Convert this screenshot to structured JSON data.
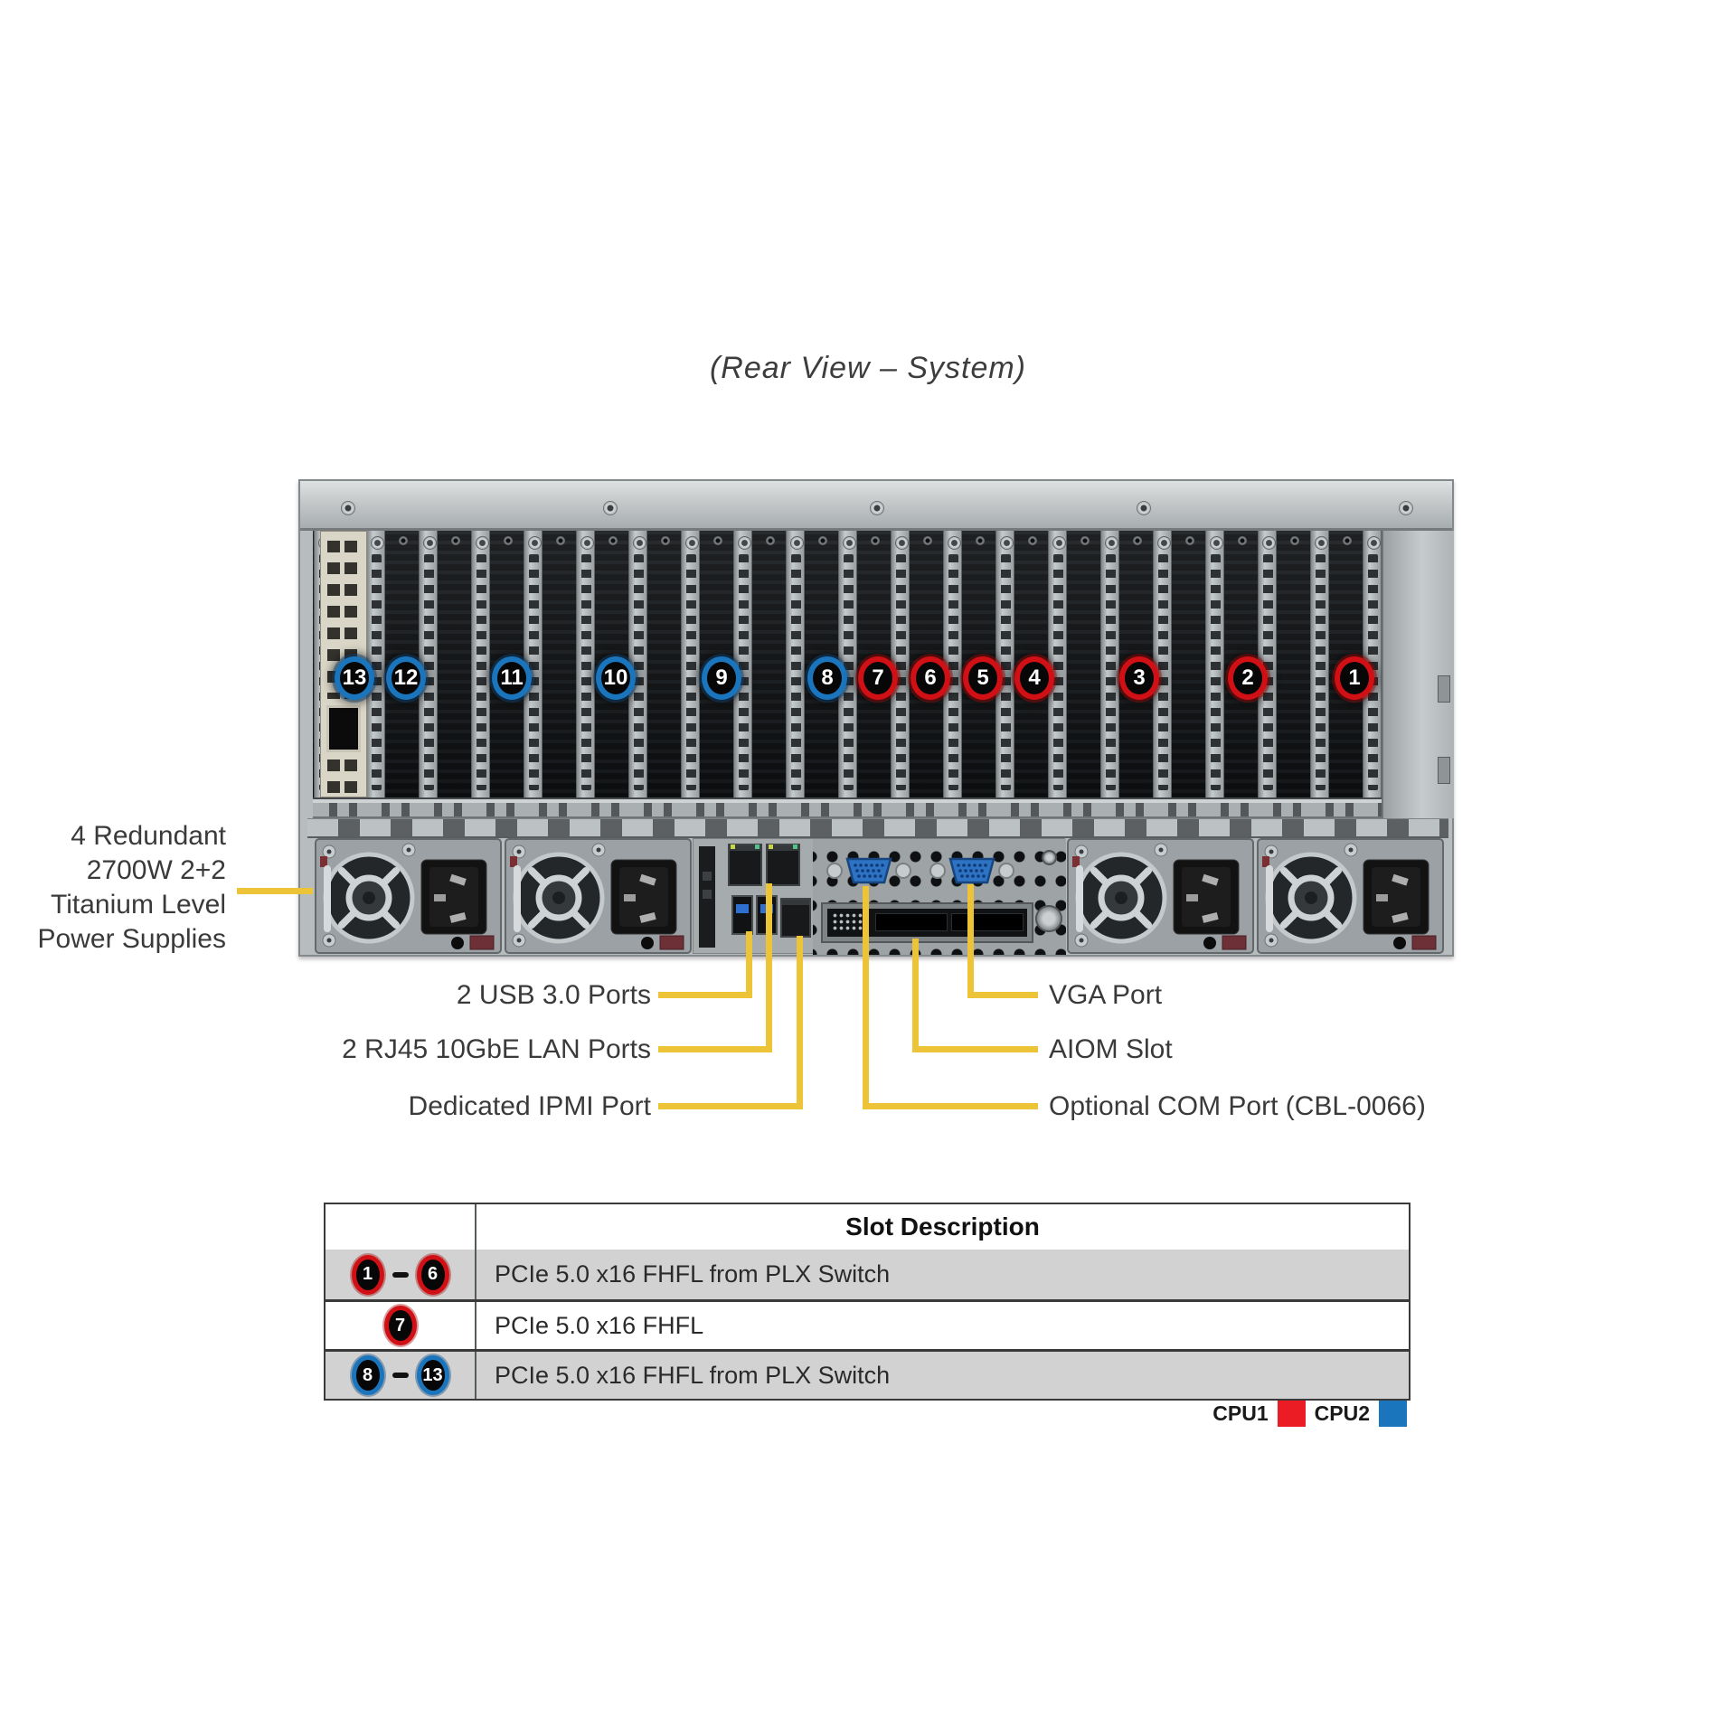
{
  "title": "(Rear View – System)",
  "colors": {
    "cpu1": "#D01015",
    "cpu2": "#1B75BC",
    "callout_line": "#EDC437"
  },
  "slots": [
    {
      "num": "13",
      "cpu": "cpu2"
    },
    {
      "num": "12",
      "cpu": "cpu2"
    },
    {
      "num": "11",
      "cpu": "cpu2"
    },
    {
      "num": "10",
      "cpu": "cpu2"
    },
    {
      "num": "9",
      "cpu": "cpu2"
    },
    {
      "num": "8",
      "cpu": "cpu2"
    },
    {
      "num": "7",
      "cpu": "cpu1"
    },
    {
      "num": "6",
      "cpu": "cpu1"
    },
    {
      "num": "5",
      "cpu": "cpu1"
    },
    {
      "num": "4",
      "cpu": "cpu1"
    },
    {
      "num": "3",
      "cpu": "cpu1"
    },
    {
      "num": "2",
      "cpu": "cpu1"
    },
    {
      "num": "1",
      "cpu": "cpu1"
    }
  ],
  "callouts": {
    "psu": {
      "lines": [
        "4 Redundant",
        "2700W 2+2",
        "Titanium Level",
        "Power Supplies"
      ]
    },
    "left": [
      {
        "label": "2 USB 3.0 Ports"
      },
      {
        "label": "2 RJ45 10GbE LAN Ports"
      },
      {
        "label": "Dedicated IPMI Port"
      }
    ],
    "right": [
      {
        "label": "VGA Port"
      },
      {
        "label": "AIOM Slot"
      },
      {
        "label": "Optional COM Port (CBL-0066)"
      }
    ]
  },
  "table": {
    "header": "Slot Description",
    "rows": [
      {
        "badges": [
          "1",
          "6"
        ],
        "cpu": "cpu1",
        "dash": true,
        "shaded": true,
        "desc": "PCIe 5.0 x16 FHFL from PLX Switch"
      },
      {
        "badges": [
          "7"
        ],
        "cpu": "cpu1",
        "dash": false,
        "shaded": false,
        "desc": "PCIe 5.0 x16 FHFL"
      },
      {
        "badges": [
          "8",
          "13"
        ],
        "cpu": "cpu2",
        "dash": true,
        "shaded": true,
        "desc": "PCIe 5.0 x16 FHFL from PLX Switch"
      }
    ]
  },
  "legend": [
    {
      "label": "CPU1",
      "color": "#EC1C24"
    },
    {
      "label": "CPU2",
      "color": "#1B75BC"
    }
  ]
}
